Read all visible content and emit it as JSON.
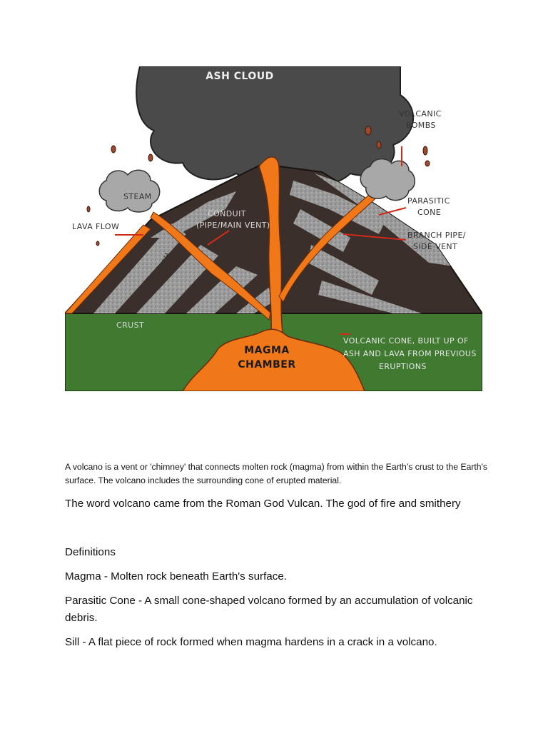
{
  "figure": {
    "labels": {
      "ash_cloud": "ASH CLOUD",
      "volcanic_bombs_1": "VOLCANIC",
      "volcanic_bombs_2": "BOMBS",
      "steam": "STEAM",
      "lava_flow": "LAVA FLOW",
      "conduit_1": "CONDUIT",
      "conduit_2": "(PIPE/MAIN VENT)",
      "ash": "ASH",
      "parasitic_cone_1": "PARASITIC",
      "parasitic_cone_2": "CONE",
      "branch_pipe_1": "BRANCH PIPE/",
      "branch_pipe_2": "SIDE VENT",
      "crust": "CRUST",
      "magma_chamber_1": "MAGMA",
      "magma_chamber_2": "CHAMBER",
      "volcanic_cone_1": "VOLCANIC CONE, BUILT UP OF",
      "volcanic_cone_2": "ASH AND LAVA FROM PREVIOUS",
      "volcanic_cone_3": "ERUPTIONS"
    },
    "colors": {
      "ash_cloud": "#4a4a4a",
      "lava": "#f07818",
      "ground": "#3f7a30",
      "rock": "#3a2f2a",
      "ash_layer": "#9a9a9a"
    }
  },
  "text": {
    "intro": "A volcano is a vent or 'chimney' that connects molten rock (magma) from within the Earth’s crust to the Earth's surface. The volcano includes the surrounding cone of erupted material.",
    "origin": "The word volcano came from the Roman God Vulcan. The god of fire and smithery",
    "definitions_heading": "Definitions",
    "def_magma": "Magma - Molten rock beneath Earth's surface.",
    "def_parasitic": "Parasitic Cone - A small cone-shaped volcano formed by an accumulation of volcanic debris.",
    "def_sill": "Sill - A flat piece of rock formed when magma hardens in a crack in a volcano."
  }
}
